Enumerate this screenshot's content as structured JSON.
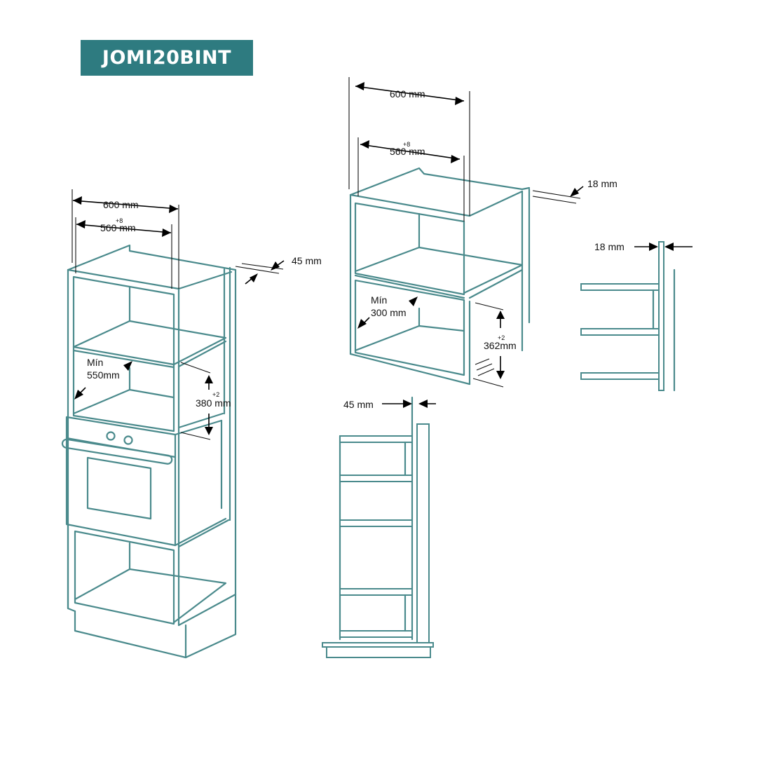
{
  "title": "JOMI20BINT",
  "colors": {
    "accent": "#2e7b80",
    "line": "#4a8a8c",
    "dimension": "#000000"
  },
  "tall_unit": {
    "width_outer": "600 mm",
    "width_inner": "560 mm",
    "width_inner_tol": "+8",
    "panel_offset": "45 mm",
    "min_depth_label": "Mín",
    "min_depth_value": "550mm",
    "height_value": "380 mm",
    "height_tol": "+2"
  },
  "wall_unit": {
    "width_outer": "600 mm",
    "width_inner": "560 mm",
    "width_inner_tol": "+8",
    "panel_thickness": "18 mm",
    "min_depth_label": "Mín",
    "min_depth_value": "300 mm",
    "height_value": "362mm",
    "height_tol": "+2"
  },
  "side_detail_18": {
    "thickness": "18 mm"
  },
  "side_detail_45": {
    "offset": "45 mm"
  }
}
